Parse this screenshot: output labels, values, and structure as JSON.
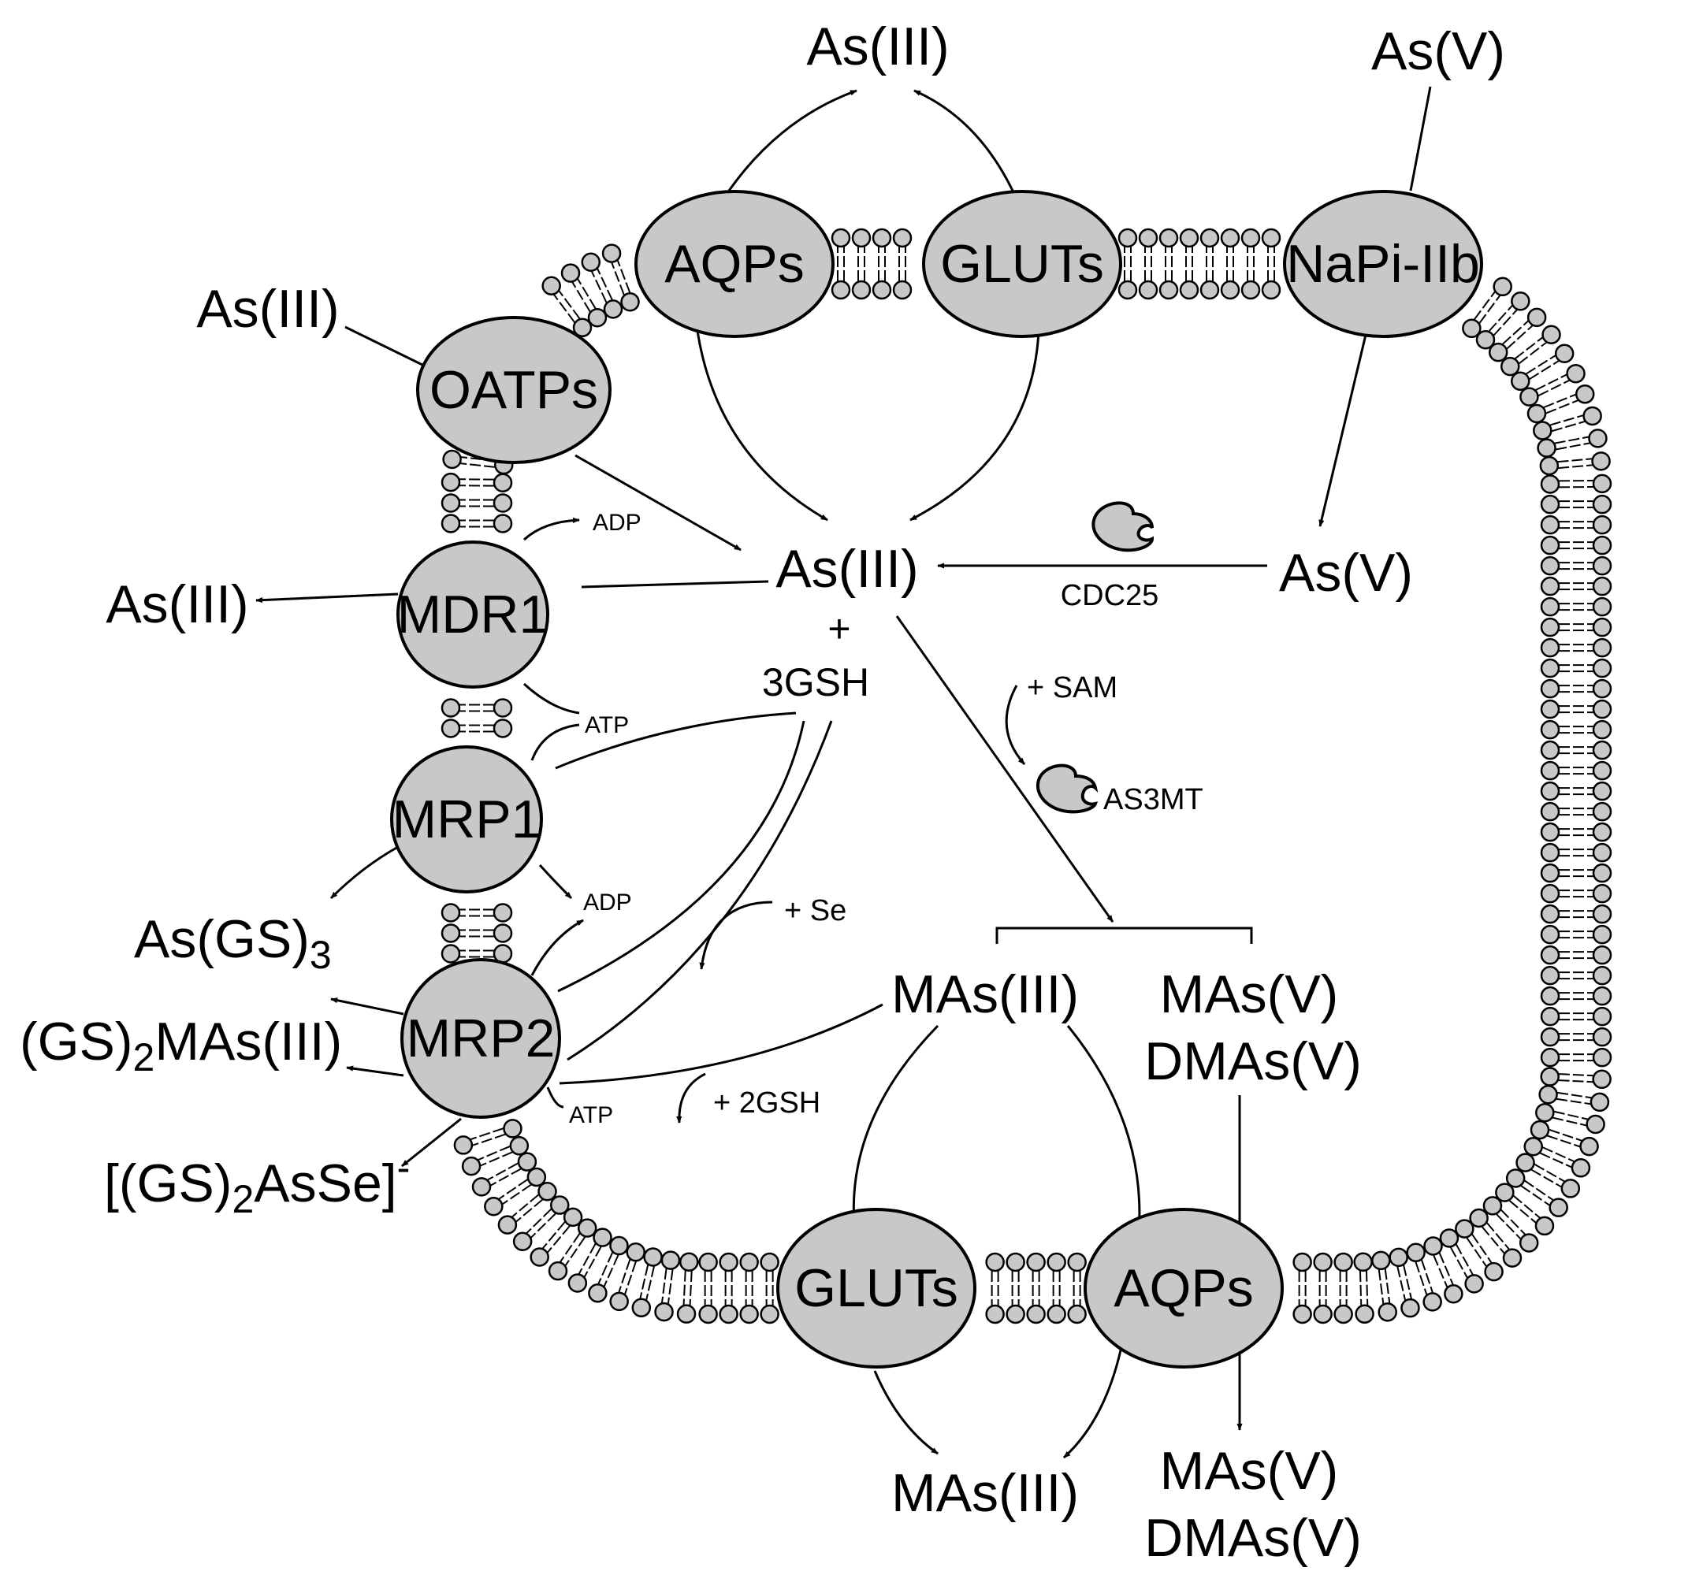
{
  "colors": {
    "protein_fill": "#c8c8c8",
    "lipid_head_fill": "#c8c8c8",
    "stroke": "#000000",
    "background": "#ffffff"
  },
  "proteins": {
    "aqps_top": "AQPs",
    "gluts_top": "GLUTs",
    "napi": "NaPi-IIb",
    "oatps": "OATPs",
    "mdr1": "MDR1",
    "mrp1": "MRP1",
    "mrp2": "MRP2",
    "gluts_bottom": "GLUTs",
    "aqps_bottom": "AQPs"
  },
  "enzymes": {
    "cdc25": "CDC25",
    "as3mt": "AS3MT"
  },
  "species": {
    "as3_top": "As(III)",
    "as5_top": "As(V)",
    "as3_oatp_in": "As(III)",
    "as3_mdr_out": "As(III)",
    "as3_center": "As(III)",
    "as5_inner": "As(V)",
    "plus": "+",
    "gsh3": "3GSH",
    "plus_sam": "+ SAM",
    "plus_se": "+ Se",
    "plus_2gsh": "+ 2GSH",
    "mas3_inner": "MAs(III)",
    "mas5_inner": "MAs(V)",
    "dmas5_inner": "DMAs(V)",
    "mas3_out": "MAs(III)",
    "mas5_out": "MAs(V)",
    "dmas5_out": "DMAs(V)",
    "adp_1": "ADP",
    "atp_1": "ATP",
    "adp_2": "ADP",
    "atp_2": "ATP",
    "asgs3_main": "As(GS)",
    "asgs3_sub": "3",
    "gs2mas_a": "(GS)",
    "gs2mas_sub": "2",
    "gs2mas_b": "MAs(III)",
    "gs2asse_a": "[(GS)",
    "gs2asse_sub": "2",
    "gs2asse_b": "AsSe]",
    "gs2asse_sup": "-"
  }
}
